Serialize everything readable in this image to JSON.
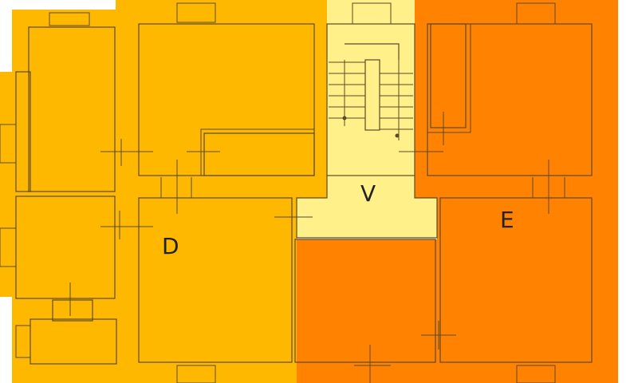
{
  "labels": {
    "unit_d": "D",
    "unit_e": "E",
    "stair_v": "V"
  },
  "colors": {
    "unit_d": "#FFB800",
    "unit_e": "#FF8200",
    "stair_core": "#FFF08A",
    "outline": "#5a4a2a",
    "background": "#ffffff"
  }
}
